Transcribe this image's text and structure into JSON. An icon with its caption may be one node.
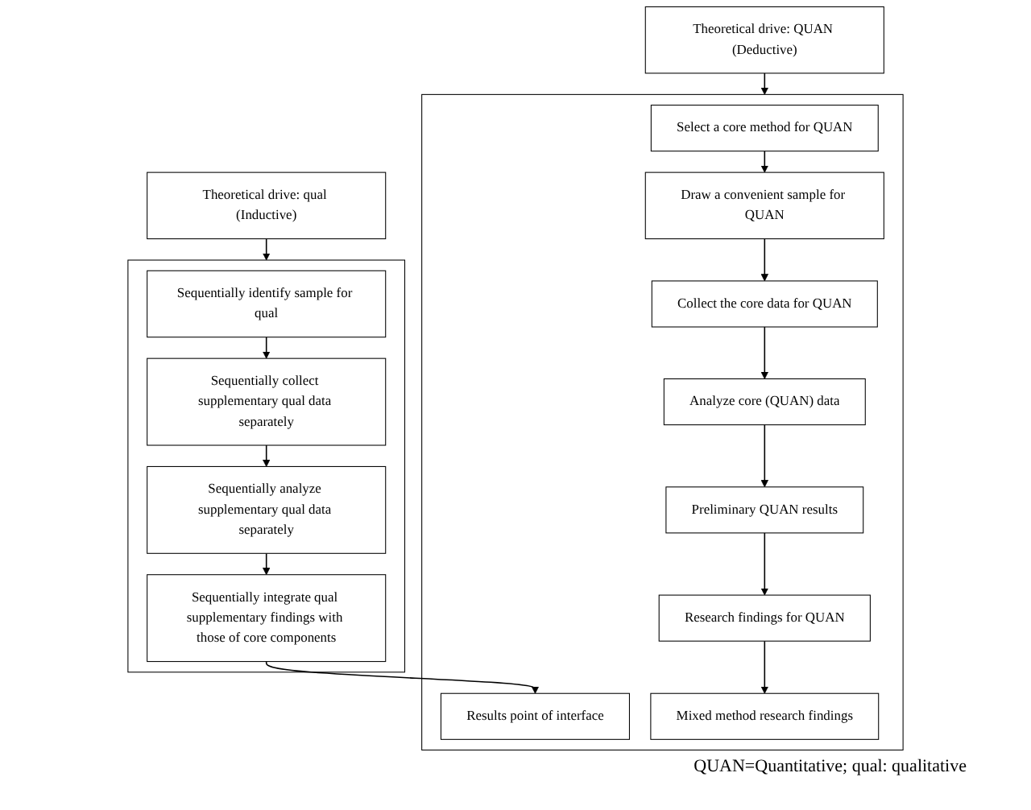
{
  "diagram": {
    "nodes": [
      {
        "text": [
          "Theoretical drive: QUAN (Deductive)"
        ]
      },
      {
        "text": [],
        "shape": "box"
      },
      {
        "text": [
          "Select a core method for QUAN"
        ],
        "in": 1
      },
      {
        "text": [
          "Draw a convenient sample for QUAN"
        ],
        "in": 1
      },
      {
        "text": [
          "Collect the core data for QUAN"
        ],
        "in": 1
      },
      {
        "text": [
          "Analyze core (QUAN) data"
        ],
        "in": 1
      },
      {
        "text": [
          "Preliminary QUAN results"
        ],
        "in": 1
      },
      {
        "text": [
          "Results point of interface"
        ],
        "in": 1
      },
      {
        "text": [
          "Research findings for QUAN"
        ],
        "in": 1
      },
      {
        "text": [
          "Mixed method research findings"
        ],
        "in": 1
      },
      {
        "text": [
          "Theoretical drive: qual (Inductive)"
        ]
      },
      {
        "text": [],
        "shape": "box"
      },
      {
        "text": [
          "Sequentially identify sample for qual"
        ],
        "in": 11
      },
      {
        "text": [
          "Sequentially collect supplementary qual data separately"
        ],
        "in": 11
      },
      {
        "text": [
          "Sequentially analyze supplementary qual data separately"
        ],
        "in": 11
      },
      {
        "text": [
          "Sequentially integrate qual supplementary findings with those of core components"
        ],
        "in": 11
      }
    ],
    "edges": [
      {
        "from": 0,
        "to": 1,
        "arrow": "to"
      },
      {
        "from": 2,
        "to": 3,
        "arrow": "to"
      },
      {
        "from": 3,
        "to": 4,
        "arrow": "to"
      },
      {
        "from": 4,
        "to": 5,
        "arrow": "to"
      },
      {
        "from": 5,
        "to": 6,
        "arrow": "to"
      },
      {
        "from": 6,
        "to": 8,
        "arrow": "to"
      },
      {
        "from": 8,
        "to": 9,
        "arrow": "to"
      },
      {
        "from": 10,
        "to": 11,
        "arrow": "to"
      },
      {
        "from": 12,
        "to": 13,
        "arrow": "to"
      },
      {
        "from": 13,
        "to": 14,
        "arrow": "to"
      },
      {
        "from": 14,
        "to": 15,
        "arrow": "to"
      },
      {
        "from": 15,
        "to": 7,
        "arrow": "to"
      }
    ],
    "labels": [
      "QUAN=Quantitative; qual: qualitative"
    ]
  }
}
